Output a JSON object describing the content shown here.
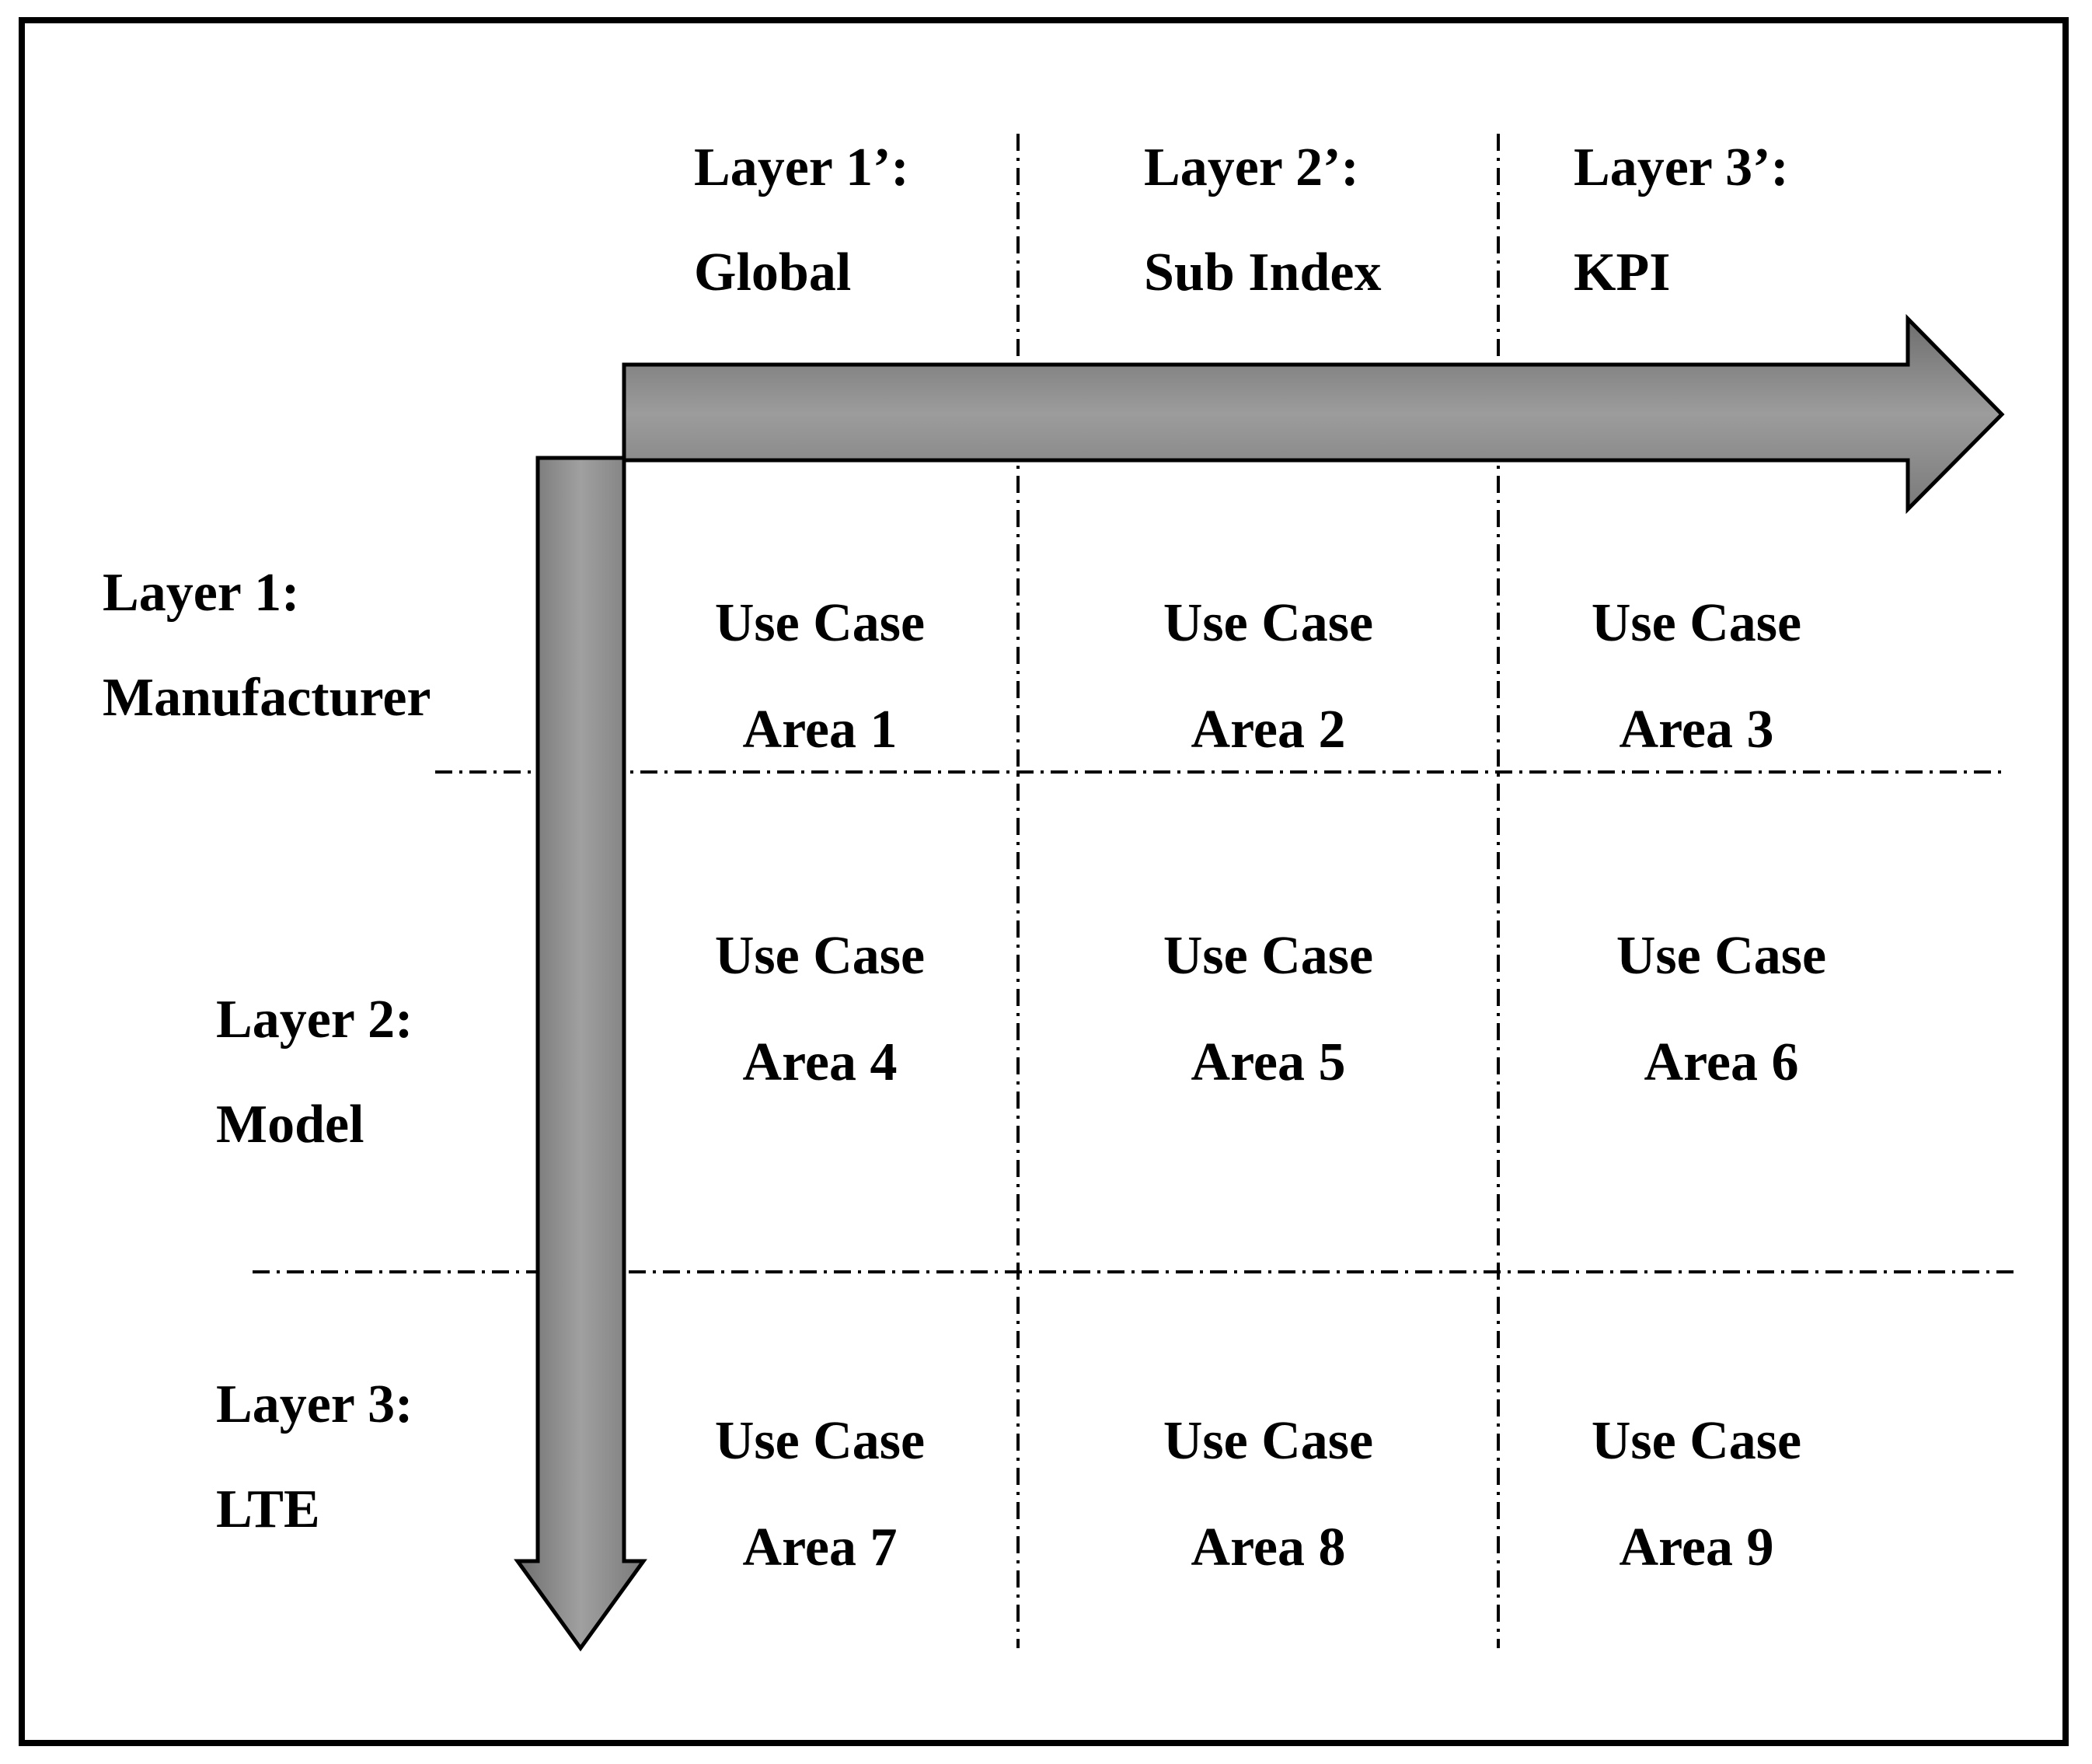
{
  "columns": [
    {
      "line1": "Layer 1’:",
      "line2": "Global"
    },
    {
      "line1": "Layer 2’:",
      "line2": "Sub Index"
    },
    {
      "line1": "Layer 3’:",
      "line2": "KPI"
    }
  ],
  "rows": [
    {
      "line1": "Layer 1:",
      "line2": "Manufacturer"
    },
    {
      "line1": "Layer 2:",
      "line2": "Model"
    },
    {
      "line1": "Layer 3:",
      "line2": "LTE"
    }
  ],
  "cells": [
    {
      "line1": "Use Case",
      "line2": "Area 1"
    },
    {
      "line1": "Use Case",
      "line2": "Area 2"
    },
    {
      "line1": "Use Case",
      "line2": "Area 3"
    },
    {
      "line1": "Use Case",
      "line2": "Area 4"
    },
    {
      "line1": "Use Case",
      "line2": "Area 5"
    },
    {
      "line1": "Use Case",
      "line2": "Area 6"
    },
    {
      "line1": "Use Case",
      "line2": "Area 7"
    },
    {
      "line1": "Use Case",
      "line2": "Area 8"
    },
    {
      "line1": "Use Case",
      "line2": "Area 9"
    }
  ],
  "colors": {
    "arrow_light": "#9a9a9a",
    "arrow_dark": "#6e6e6e",
    "line": "#000000"
  }
}
